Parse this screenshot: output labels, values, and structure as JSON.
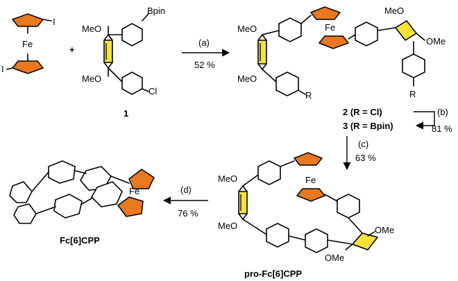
{
  "labels": {
    "fe": "Fe",
    "iodo": "I",
    "plus": "+",
    "meo": "MeO",
    "ome": "OMe",
    "bpin": "Bpin",
    "cl": "Cl",
    "r": "R",
    "compound_1": "1",
    "compound_2": "2 (R = Cl)",
    "compound_3": "3 (R = Bpin)",
    "pro_name": "pro-Fc[6]CPP",
    "final_name": "Fc[6]CPP"
  },
  "steps": {
    "a": {
      "label": "(a)",
      "yield": "52 %"
    },
    "b": {
      "label": "(b)",
      "yield": "81 %"
    },
    "c": {
      "label": "(c)",
      "yield": "63 %"
    },
    "d": {
      "label": "(d)",
      "yield": "76 %"
    }
  },
  "colors": {
    "cyclopentadienyl": "#e9781e",
    "cyclohexadiene": "#f6e23a",
    "bond": "#000000"
  }
}
